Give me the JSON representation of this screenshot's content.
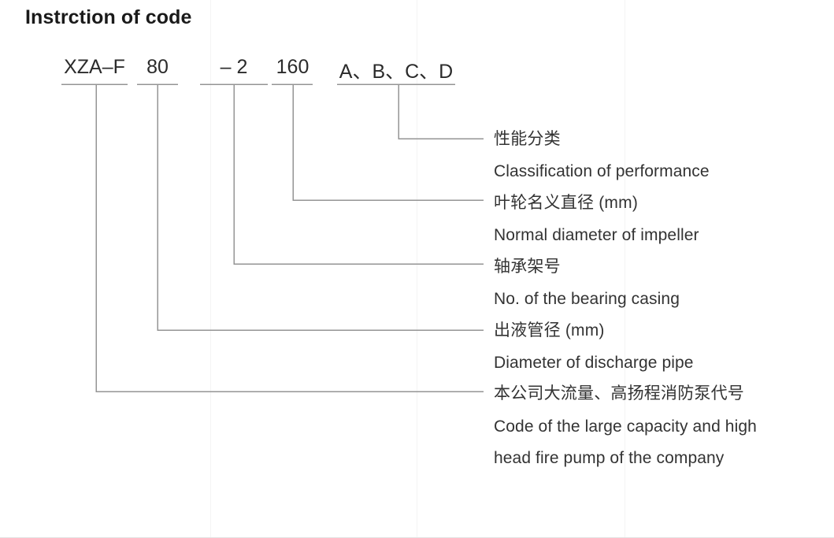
{
  "page": {
    "title": "Instrction of code",
    "background_color": "#ffffff",
    "line_color": "#949494",
    "text_color": "#333333",
    "title_color": "#1a1a1a"
  },
  "code": {
    "full_example": "XZA-F 80 - 2 160 A、B、C、D",
    "segments": [
      {
        "id": "series",
        "text": "XZA–F"
      },
      {
        "id": "discharge",
        "text": "80"
      },
      {
        "id": "bearing",
        "text": "– 2"
      },
      {
        "id": "impeller",
        "text": "160"
      },
      {
        "id": "class",
        "text": "A、B、C、D"
      }
    ]
  },
  "legend": [
    {
      "id": "performance-classification",
      "cn": "性能分类",
      "en": "Classification of performance"
    },
    {
      "id": "impeller-diameter",
      "cn": "叶轮名义直径 (mm)",
      "en": "Normal diameter of impeller"
    },
    {
      "id": "bearing-casing-number",
      "cn": "轴承架号",
      "en": "No.  of the bearing casing"
    },
    {
      "id": "discharge-pipe-diameter",
      "cn": "出液管径 (mm)",
      "en": "Diameter of discharge pipe"
    },
    {
      "id": "company-code",
      "cn": "本公司大流量、高扬程消防泵代号",
      "en1": "Code of the large capacity and high",
      "en2": "head fire pump of the company"
    }
  ]
}
